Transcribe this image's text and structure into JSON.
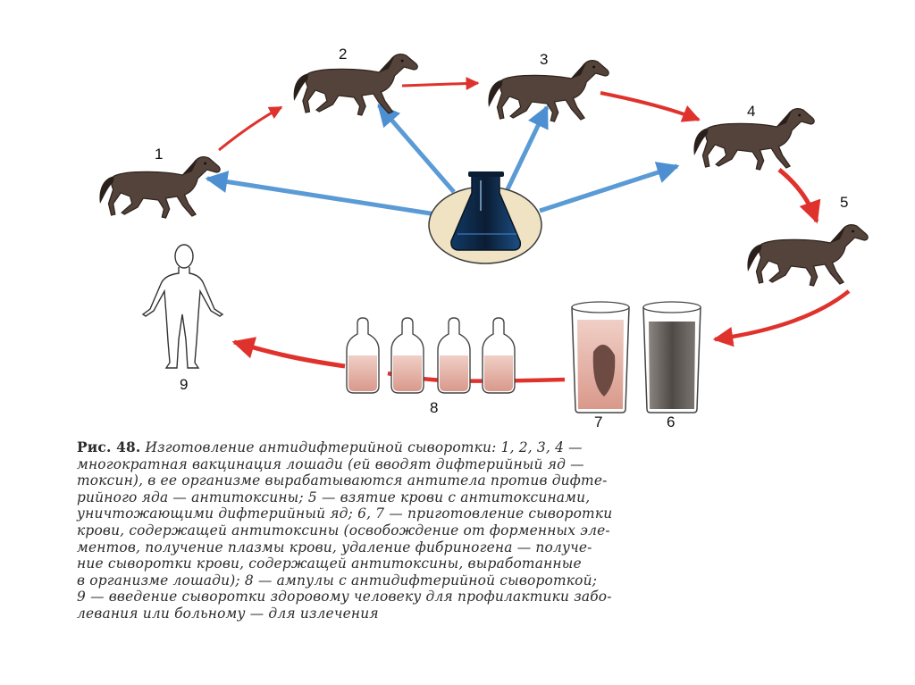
{
  "figure": {
    "labels": {
      "h1": "1",
      "h2": "2",
      "h3": "3",
      "h4": "4",
      "h5": "5",
      "tube6": "6",
      "tube7": "7",
      "ampoules": "8",
      "human": "9"
    },
    "colors": {
      "horse": "#54433a",
      "red_arrow": "#e0322c",
      "blue_arrow": "#5b9bd5",
      "liquid": "#e8b8ad"
    }
  },
  "caption": {
    "lead": "Рис. 48.",
    "lines": [
      "Изготовление антидифтерийной сыворотки: 1, 2, 3, 4 —",
      "многократная вакцинация лошади (ей вводят дифтерийный яд —",
      "токсин), в ее организме вырабатываются антитела против дифте-",
      "рийного яда — антитоксины; 5 — взятие крови с антитоксинами,",
      "уничтожающими дифтерийный яд; 6, 7 — приготовление сыворотки",
      "крови, содержащей антитоксины (освобождение от форменных эле-",
      "ментов, получение плазмы крови, удаление фибриногена — получе-",
      "ние сыворотки крови, содержащей антитоксины, выработанные",
      "в организме лошади); 8 — ампулы с антидифтерийной сывороткой;",
      "9 — введение сыворотки здоровому человеку для профилактики забо-",
      "левания или больному — для излечения"
    ]
  }
}
